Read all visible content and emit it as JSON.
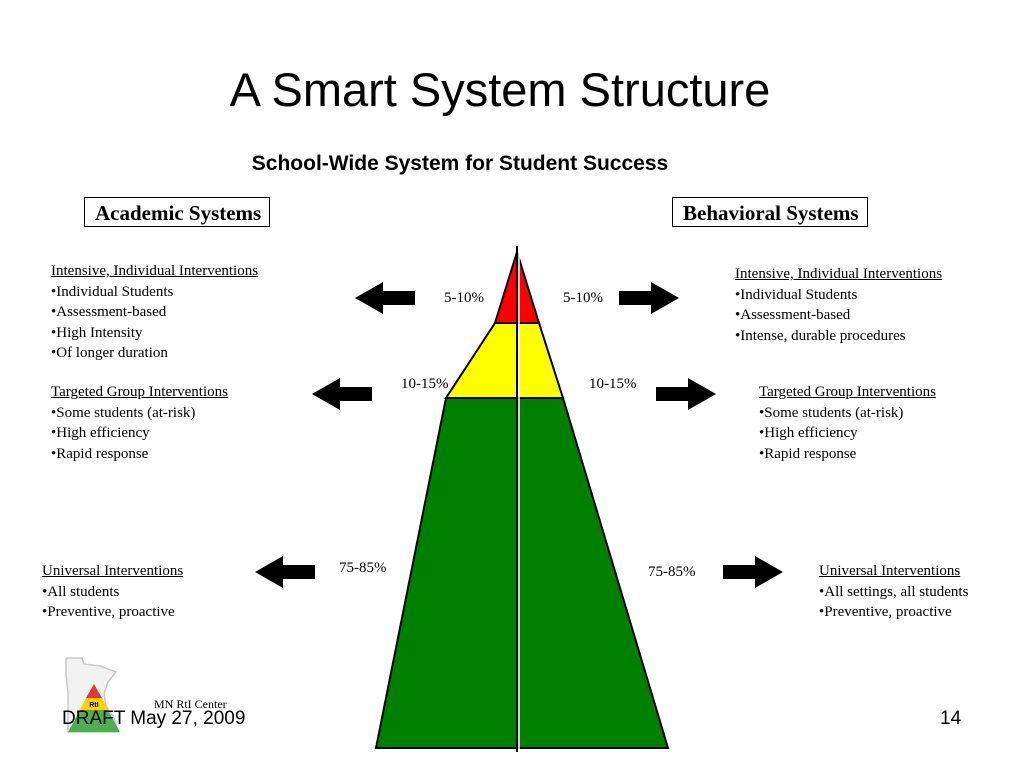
{
  "title": "A Smart System Structure",
  "subtitle": "School-Wide System for Student Success",
  "academic": {
    "heading": "Academic Systems",
    "intensive": {
      "title": "Intensive, Individual Interventions",
      "items": [
        "•Individual Students",
        "•Assessment-based",
        "•High Intensity",
        "•Of longer duration"
      ]
    },
    "targeted": {
      "title": "Targeted Group Interventions",
      "items": [
        "•Some students (at-risk)",
        "•High efficiency",
        "•Rapid response"
      ]
    },
    "universal": {
      "title": "Universal Interventions",
      "items": [
        "•All students",
        "•Preventive,  proactive"
      ]
    }
  },
  "behavioral": {
    "heading": "Behavioral Systems",
    "intensive": {
      "title": "Intensive, Individual Interventions",
      "items": [
        "•Individual Students",
        "•Assessment-based",
        "•Intense, durable procedures"
      ]
    },
    "targeted": {
      "title": "Targeted Group Interventions",
      "items": [
        "•Some students (at-risk)",
        "•High efficiency",
        "•Rapid response"
      ]
    },
    "universal": {
      "title": "Universal Interventions",
      "items": [
        "•All settings, all students",
        "•Preventive,  proactive"
      ]
    }
  },
  "percentages": {
    "tier3": "5-10%",
    "tier2": "10-15%",
    "tier1": "75-85%"
  },
  "colors": {
    "tier3": "#ff0000",
    "tier2": "#ffff00",
    "tier1": "#008000"
  },
  "logo": {
    "caption": "MN RtI Center",
    "text": "RtI"
  },
  "footer": {
    "date": "DRAFT May 27, 2009",
    "page": "14"
  }
}
